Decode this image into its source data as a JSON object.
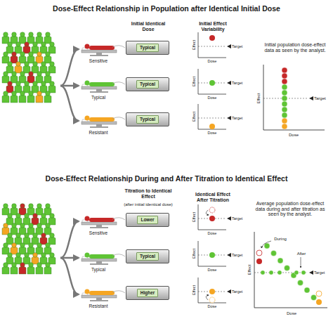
{
  "diagram": {
    "nodes": [
      {
        "text": [
          "Typical"
        ]
      },
      {
        "text": [
          "Typical"
        ]
      },
      {
        "text": [
          "Typical"
        ]
      },
      {
        "text": [
          "Lower"
        ]
      },
      {
        "text": [
          "Typical"
        ]
      },
      {
        "text": [
          "Higher"
        ]
      }
    ],
    "labels": [
      "Dose-Effect Relationship in Population after Identical Initial Dose",
      "Initial Identical Dose",
      "Initial Effect Variability",
      "Initial population dose-effect data as seen by the analyst.",
      "Sensitive",
      "Effect",
      "Dose",
      "Target",
      "Typical",
      "Effect",
      "Dose",
      "Target",
      "Resistant",
      "Effect",
      "Dose",
      "Target",
      "Effect",
      "Dose",
      "Target",
      "Dose-Effect Relationship During and After Titration to Identical Effect",
      "Titration to Identical Effect",
      "(after initial identical dose)",
      "Identical Effect After Titration",
      "Average population dose-effect data during and after titration as seen by the analyst.",
      "Sensitive",
      "Effect",
      "Dose",
      "Target",
      "Typical",
      "Effect",
      "Dose",
      "Target",
      "Resistant",
      "Effect",
      "Dose",
      "Target",
      "Effect",
      "Dose",
      "Target",
      "During",
      "After"
    ]
  }
}
